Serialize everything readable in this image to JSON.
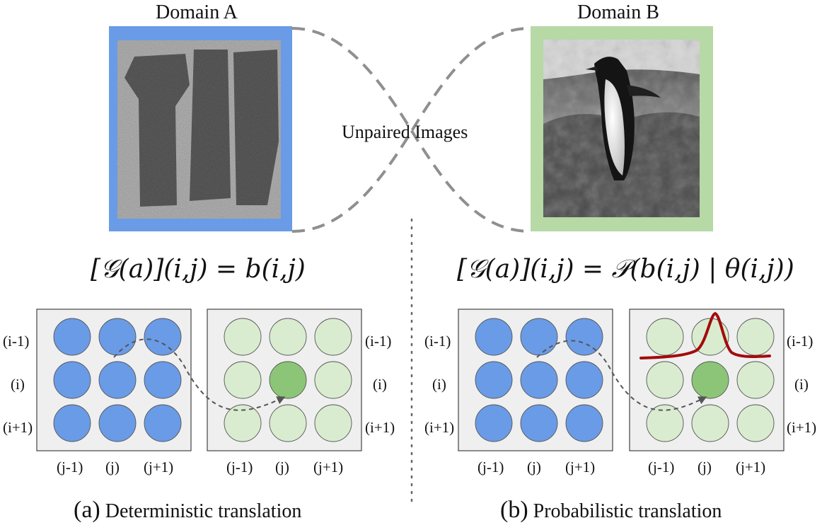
{
  "domain_a": {
    "title": "Domain A",
    "frame_color": "#6a9be6",
    "content": "grayscale image of rough stone pillars"
  },
  "domain_b": {
    "title": "Domain B",
    "frame_color": "#b7d9a6",
    "content": "grayscale image of a penguin on rocks"
  },
  "connector_label": "Unpaired Images",
  "formula_a": "[𝒢(a)](i,j) = b(i,j)",
  "formula_b": "[𝒢(a)](i,j) = 𝒫(b(i,j) | θ(i,j))",
  "row_labels": [
    "(i-1)",
    "(i)",
    "(i+1)"
  ],
  "col_labels": [
    "(j-1)",
    "(j)",
    "(j+1)"
  ],
  "colors": {
    "source_circle": "#6a9be6",
    "target_circle": "#d9ecd0",
    "target_highlight": "#8cc577",
    "panel_bg": "#efefef",
    "distribution_curve": "#a30b0b"
  },
  "caption_a": {
    "letter": "(a)",
    "text": "Deterministic translation"
  },
  "caption_b": {
    "letter": "(b)",
    "text": "Probabilistic translation"
  }
}
